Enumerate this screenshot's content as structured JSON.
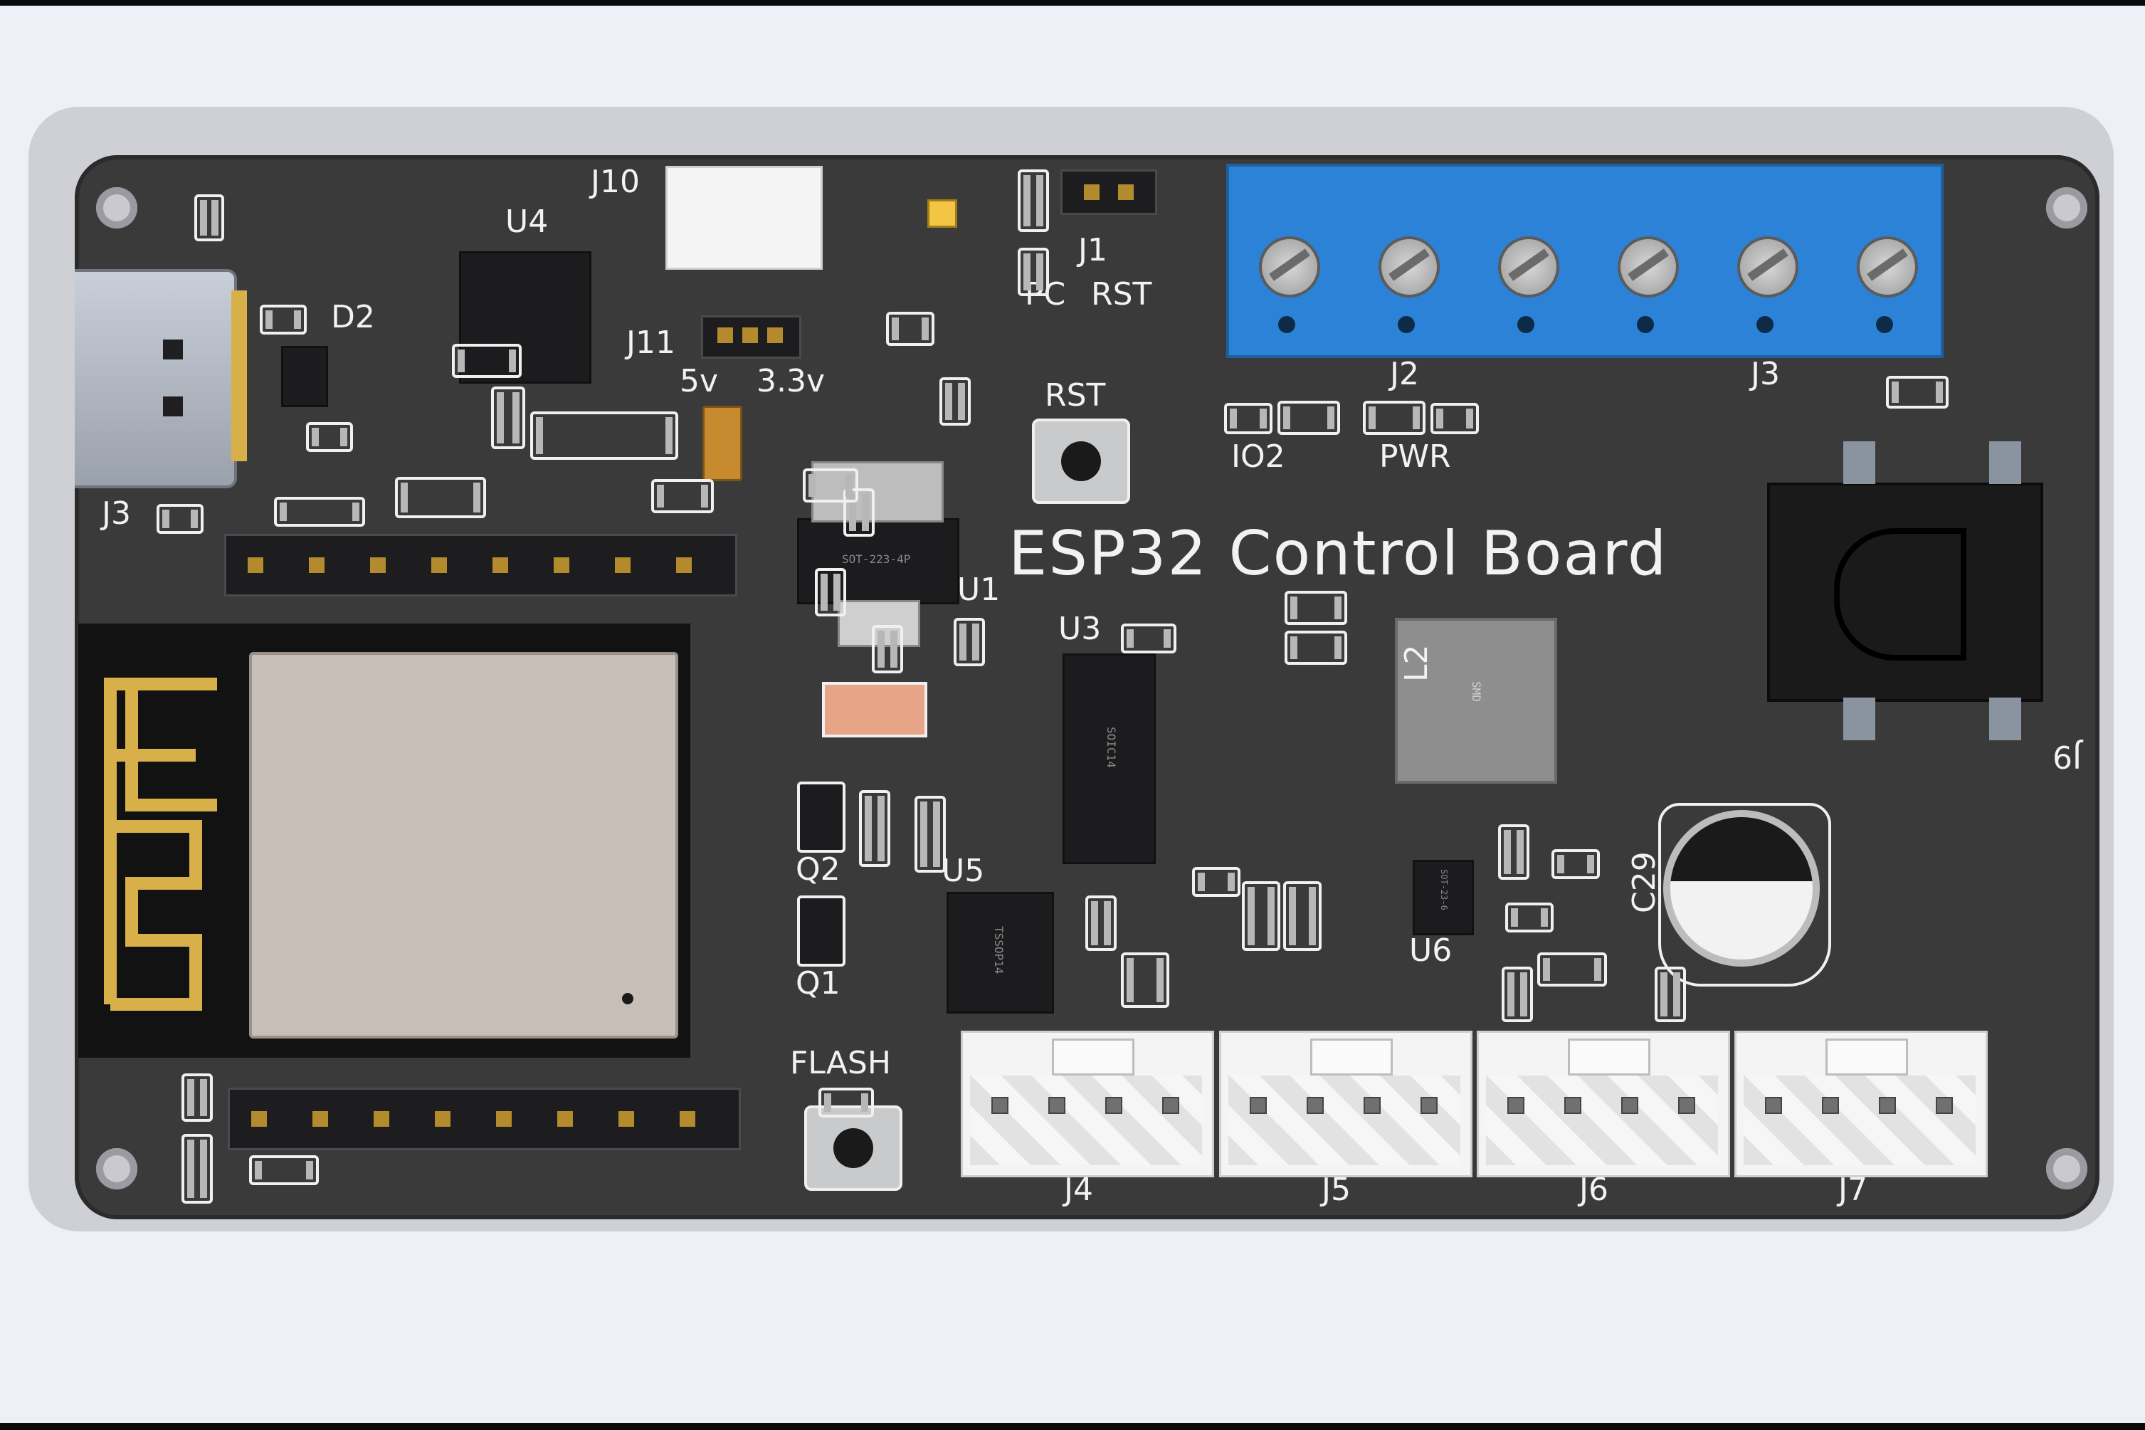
{
  "board": {
    "title": "ESP32 Control Board"
  },
  "labels": {
    "j10": "J10",
    "u4": "U4",
    "d2": "D2",
    "j11": "J11",
    "v5": "5v",
    "v33": "3.3v",
    "j3_usb": "J3",
    "j1": "J1",
    "pc": "PC",
    "rst_hdr": "RST",
    "rst_btn": "RST",
    "j2": "J2",
    "j3_term": "J3",
    "io2": "IO2",
    "pwr": "PWR",
    "u1": "U1",
    "u3": "U3",
    "l2": "L2",
    "j9": "J9",
    "q2": "Q2",
    "q1": "Q1",
    "u5": "U5",
    "u6": "U6",
    "c29": "C29",
    "flash": "FLASH",
    "j4": "J4",
    "j5": "J5",
    "j6": "J6",
    "j7": "J7"
  },
  "markings": {
    "u1_pkg": "SOT-223-4P",
    "u3_pkg": "SOIC14",
    "u5_pkg": "TSSOP14",
    "l2_pkg": "SMD",
    "u6_pkg": "SOT-23-6"
  }
}
